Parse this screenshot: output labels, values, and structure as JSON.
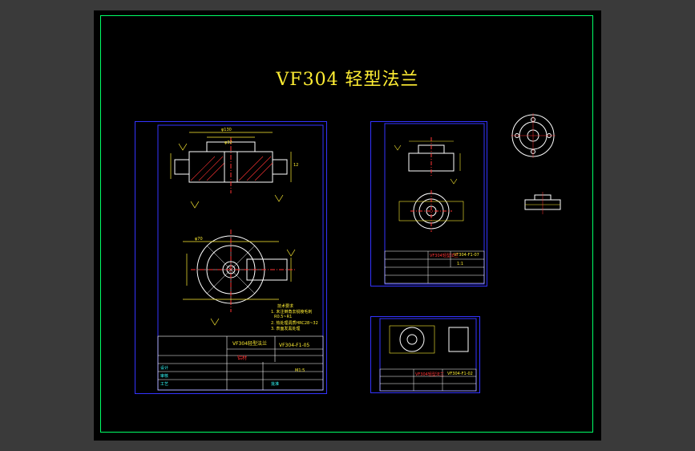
{
  "drawing": {
    "title": "VF304 轻型法兰",
    "colors": {
      "background": "#000000",
      "frame": "#00ff66",
      "sheet_border": "#3333ff",
      "outline": "#ffffff",
      "dimension": "#ffee33",
      "hatch": "#ff3333",
      "table_text": "#33ffff"
    }
  },
  "sheet_main": {
    "part_name": "VF304轻型法兰",
    "drawing_number": "VF304-F1-05",
    "material": "铝材",
    "scale": "M1:5",
    "notes_title": "技术要求",
    "notes": [
      "1. 未注倒角去锐棱毛刺",
      "R0.5~R1",
      "2. 热处理调质HRC28~32",
      "3. 表面发黑处理"
    ],
    "dims": {
      "width": "φ130",
      "bore": "φ32",
      "pcd": "φ70",
      "thickness": "12"
    },
    "signoff": [
      "设计",
      "审核",
      "工艺",
      "批准"
    ]
  },
  "sheet_assembly": {
    "drawing_number": "VF304-F1-07",
    "name": "VF304轻型法兰",
    "scale": "1:1"
  },
  "sheet_small": {
    "drawing_number": "VF304-F1-02",
    "name": "VF304轻型法兰"
  }
}
